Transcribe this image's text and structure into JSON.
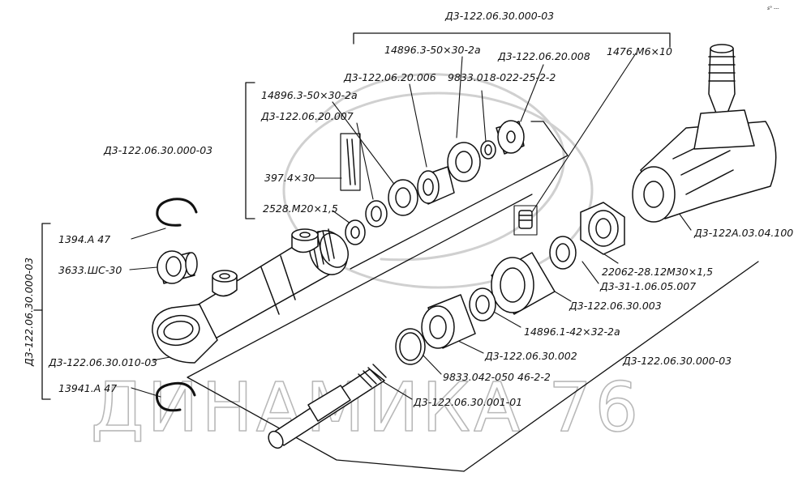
{
  "watermark": "ДИНАМИКА 76",
  "corner_mark": "s° ---",
  "labels": {
    "top_assembly": "Д3-122.06.30.000-03",
    "left_assembly": "Д3-122.06.30.000-03",
    "vertical_assembly": "Д3-122.06.30.000-03",
    "bottom_assembly": "Д3-122.06.30.000-03",
    "p_14896_3_top": "14896.3-50×30-2а",
    "p_20_008": "Д3-122.06.20.008",
    "p_1476": "1476.М6×10",
    "p_20_006": "Д3-122.06.20.006",
    "p_9833_018": "9833.018-022-25-2-2",
    "p_14896_3_left": "14896.3-50×30-2а",
    "p_20_007": "Д3-122.06.20.007",
    "p_397": "397.4×30",
    "p_2528": "2528.М20×1,5",
    "p_1394": "1394.А 47",
    "p_3633": "3633.ШС-30",
    "p_010": "Д3-122.06.30.010-03",
    "p_13941": "13941.А 47",
    "p_22062": "22062-28.12М30×1,5",
    "p_31_106": "Д3-31-1.06.05.007",
    "p_30_003": "Д3-122.06.30.003",
    "p_14896_1": "14896.1-42×32-2а",
    "p_30_002": "Д3-122.06.30.002",
    "p_9833_042": "9833.042-050 46-2-2",
    "p_30_001": "Д3-122.06.30.001-01",
    "p_head": "Д3-122А.03.04.100"
  }
}
